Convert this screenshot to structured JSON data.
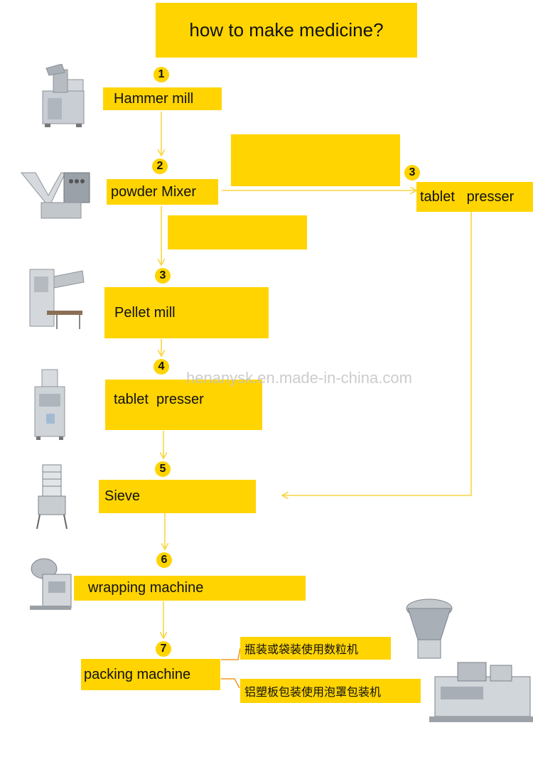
{
  "title": "how to make medicine?",
  "steps": [
    {
      "num": "1",
      "label": "Hammer mill"
    },
    {
      "num": "2",
      "label": "powder Mixer"
    },
    {
      "num": "3",
      "label": "Pellet mill"
    },
    {
      "num": "4",
      "label": "tablet  presser"
    },
    {
      "num": "5",
      "label": "Sieve"
    },
    {
      "num": "6",
      "label": "wrapping machine"
    },
    {
      "num": "7",
      "label": "packing machine"
    }
  ],
  "branch": {
    "num": "3",
    "label": "tablet   presser"
  },
  "packing_options": [
    "瓶装或袋装使用数粒机",
    "铝塑板包装使用泡罩包装机"
  ],
  "watermark": "henanysk.en.made-in-china.com",
  "colors": {
    "accent": "#ffd400",
    "arrow": "#f7d642",
    "orange": "#f29a1e"
  }
}
